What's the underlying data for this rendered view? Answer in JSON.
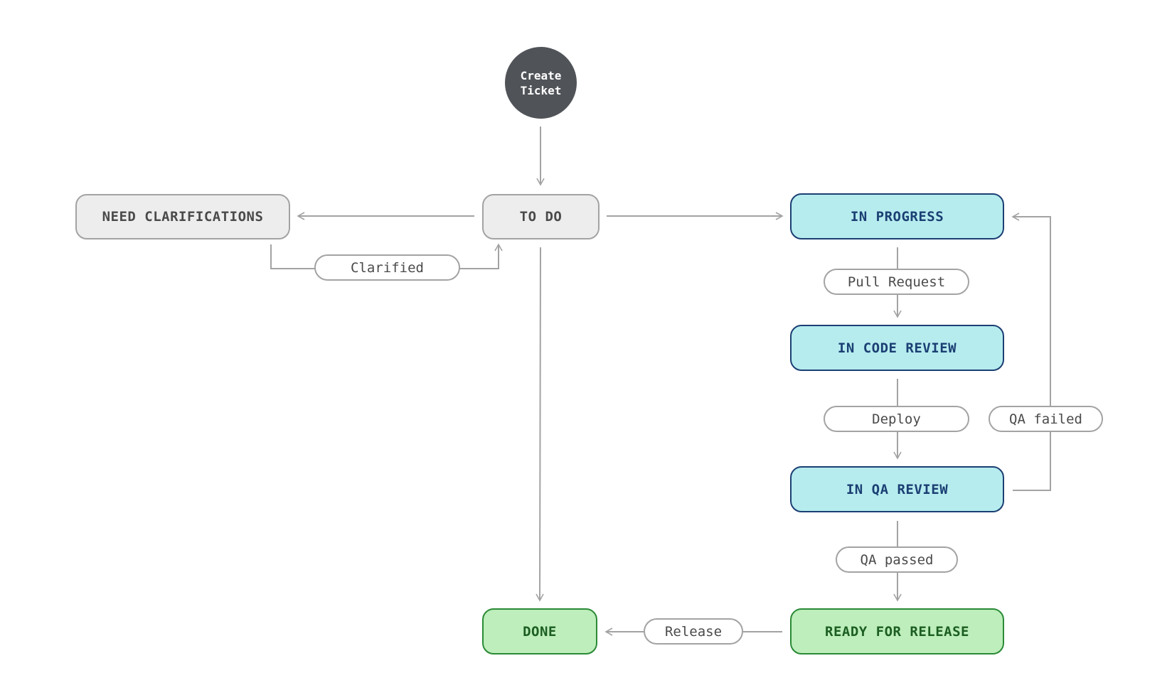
{
  "start": {
    "line1": "Create",
    "line2": "Ticket"
  },
  "states": {
    "need_clarifications": "NEED CLARIFICATIONS",
    "to_do": "TO DO",
    "in_progress": "IN PROGRESS",
    "in_code_review": "IN CODE REVIEW",
    "in_qa_review": "IN QA REVIEW",
    "ready_for_release": "READY FOR RELEASE",
    "done": "DONE"
  },
  "transitions": {
    "clarified": "Clarified",
    "pull_request": "Pull Request",
    "deploy": "Deploy",
    "qa_failed": "QA failed",
    "qa_passed": "QA passed",
    "release": "Release"
  },
  "colors": {
    "connector": "#a3a3a3",
    "start_fill": "#505358",
    "gray_fill": "#ededed",
    "blue_fill": "#b6ecee",
    "blue_stroke": "#1b3f73",
    "green_fill": "#bdeebb",
    "green_stroke": "#2b8a36"
  }
}
